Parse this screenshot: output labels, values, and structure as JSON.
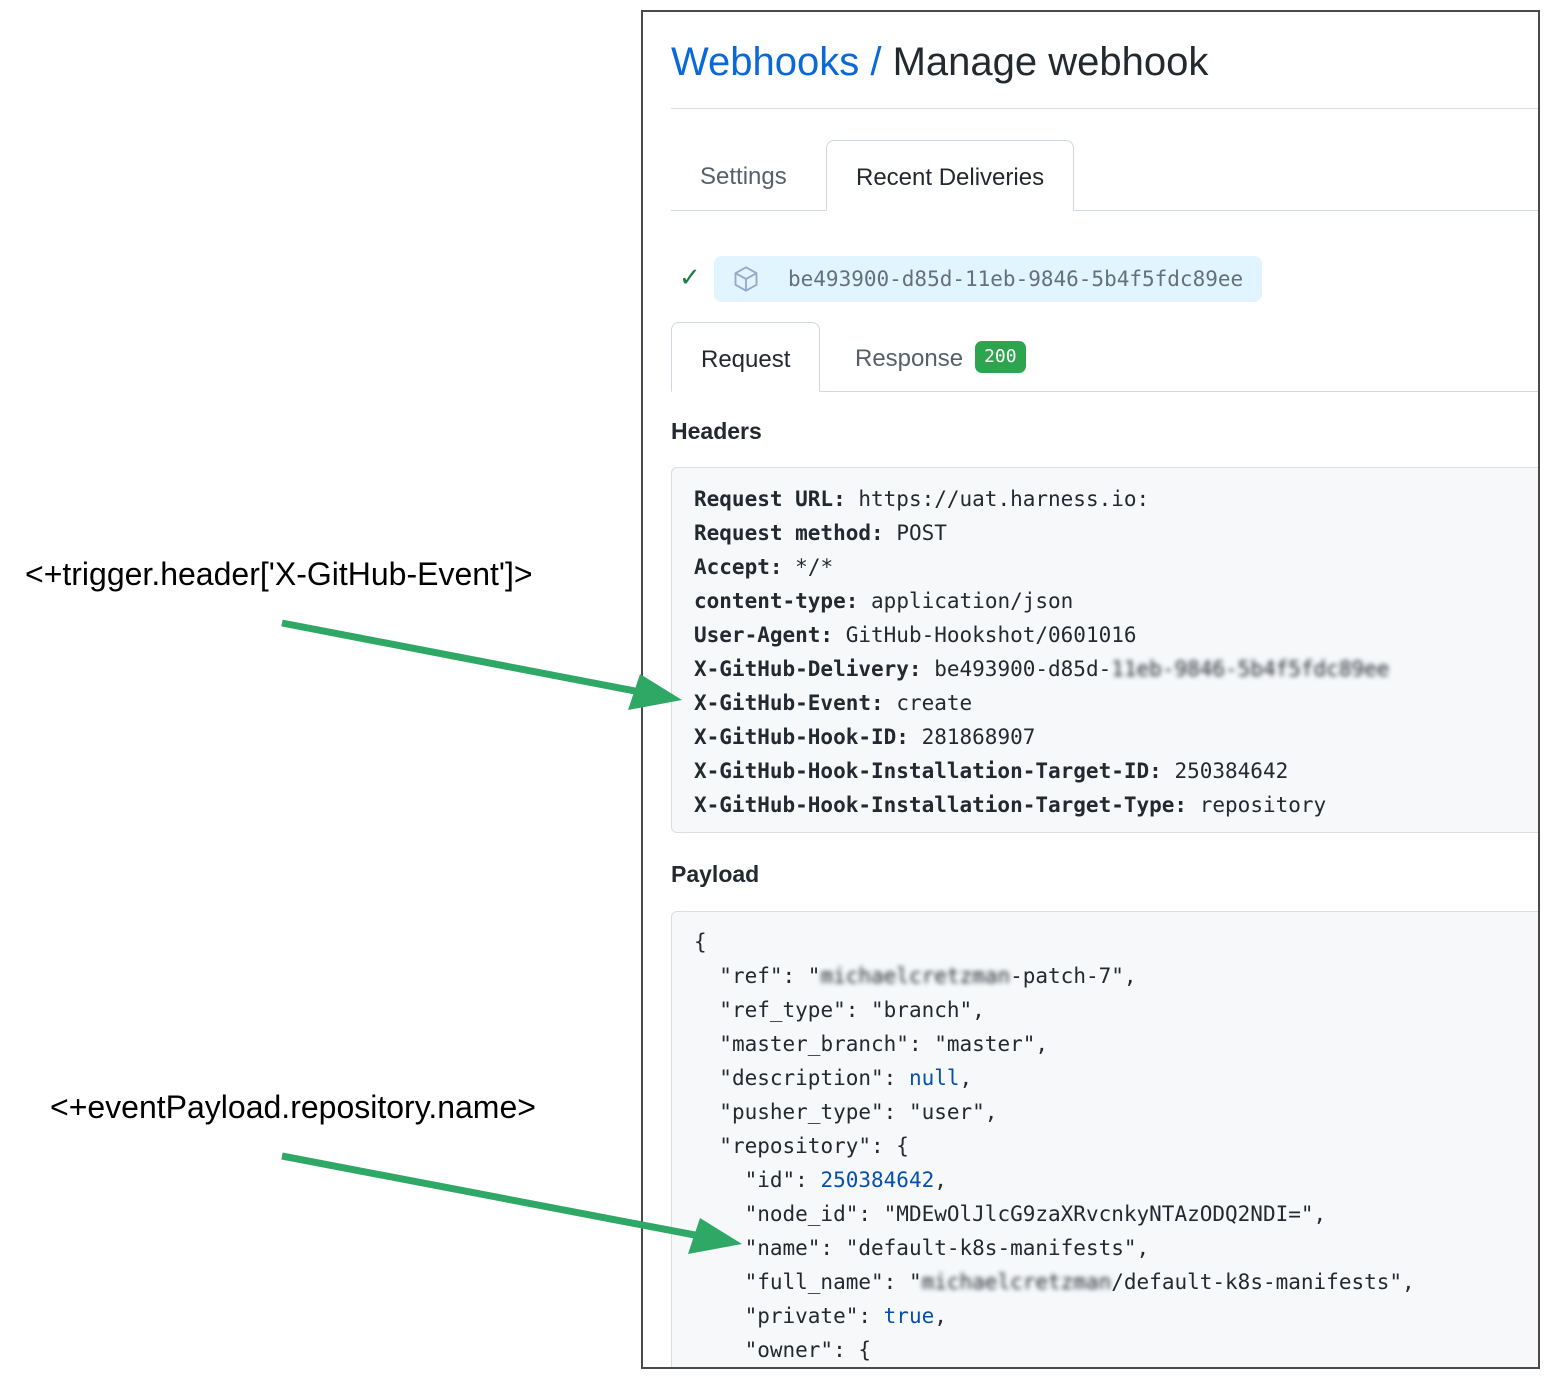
{
  "header": {
    "breadcrumb_link": "Webhooks",
    "separator": " / ",
    "title": "Manage webhook"
  },
  "tabs": [
    {
      "label": "Settings",
      "active": false
    },
    {
      "label": "Recent Deliveries",
      "active": true
    }
  ],
  "delivery": {
    "status_icon": "check-icon",
    "event_icon": "package-icon",
    "guid": "be493900-d85d-11eb-9846-5b4f5fdc89ee"
  },
  "request_tabs": [
    {
      "label": "Request",
      "active": true
    },
    {
      "label": "Response",
      "active": false,
      "badge": "200"
    }
  ],
  "headers_section": {
    "label": "Headers",
    "rows": [
      {
        "key": "Request URL:",
        "value": "https://uat.harness.io:"
      },
      {
        "key": "Request method:",
        "value": "POST"
      },
      {
        "key": "Accept:",
        "value": "*/*"
      },
      {
        "key": "content-type:",
        "value": "application/json"
      },
      {
        "key": "User-Agent:",
        "value": "GitHub-Hookshot/0601016"
      },
      {
        "key": "X-GitHub-Delivery:",
        "value": "be493900-d85d-",
        "value_redacted": "11eb-9846-5b4f5fdc89ee"
      },
      {
        "key": "X-GitHub-Event:",
        "value": "create"
      },
      {
        "key": "X-GitHub-Hook-ID:",
        "value": "281868907"
      },
      {
        "key": "X-GitHub-Hook-Installation-Target-ID:",
        "value": "250384642"
      },
      {
        "key": "X-GitHub-Hook-Installation-Target-Type:",
        "value": "repository"
      }
    ]
  },
  "payload_section": {
    "label": "Payload",
    "lines": [
      {
        "indent": "",
        "pre": "{",
        "redacted": "",
        "post": "",
        "literal": "",
        "tail": ""
      },
      {
        "indent": "  ",
        "pre": "\"ref\": \"",
        "redacted": "michaelcretzman",
        "post": "-patch-7\",",
        "literal": "",
        "tail": ""
      },
      {
        "indent": "  ",
        "pre": "\"ref_type\": \"branch\",",
        "redacted": "",
        "post": "",
        "literal": "",
        "tail": ""
      },
      {
        "indent": "  ",
        "pre": "\"master_branch\": \"master\",",
        "redacted": "",
        "post": "",
        "literal": "",
        "tail": ""
      },
      {
        "indent": "  ",
        "pre": "\"description\": ",
        "redacted": "",
        "post": "",
        "literal": "null",
        "tail": ","
      },
      {
        "indent": "  ",
        "pre": "\"pusher_type\": \"user\",",
        "redacted": "",
        "post": "",
        "literal": "",
        "tail": ""
      },
      {
        "indent": "  ",
        "pre": "\"repository\": {",
        "redacted": "",
        "post": "",
        "literal": "",
        "tail": ""
      },
      {
        "indent": "    ",
        "pre": "\"id\": ",
        "redacted": "",
        "post": "",
        "literal": "250384642",
        "tail": ","
      },
      {
        "indent": "    ",
        "pre": "\"node_id\": \"MDEwOlJlcG9zaXRvcnkyNTAzODQ2NDI=\",",
        "redacted": "",
        "post": "",
        "literal": "",
        "tail": ""
      },
      {
        "indent": "    ",
        "pre": "\"name\": \"default-k8s-manifests\",",
        "redacted": "",
        "post": "",
        "literal": "",
        "tail": ""
      },
      {
        "indent": "    ",
        "pre": "\"full_name\": \"",
        "redacted": "michaelcretzman",
        "post": "/default-k8s-manifests\",",
        "literal": "",
        "tail": ""
      },
      {
        "indent": "    ",
        "pre": "\"private\": ",
        "redacted": "",
        "post": "",
        "literal": "true",
        "tail": ","
      },
      {
        "indent": "    ",
        "pre": "\"owner\": {",
        "redacted": "",
        "post": "",
        "literal": "",
        "tail": ""
      }
    ]
  },
  "annotations": [
    {
      "text": "<+trigger.header['X-GitHub-Event']>",
      "points_to": "X-GitHub-Event"
    },
    {
      "text": "<+eventPayload.repository.name>",
      "points_to": "name"
    }
  ],
  "colors": {
    "link": "#0969da",
    "success": "#1a7f37",
    "badge": "#2da44e",
    "arrow": "#2fa866",
    "literal": "#0550ae"
  }
}
